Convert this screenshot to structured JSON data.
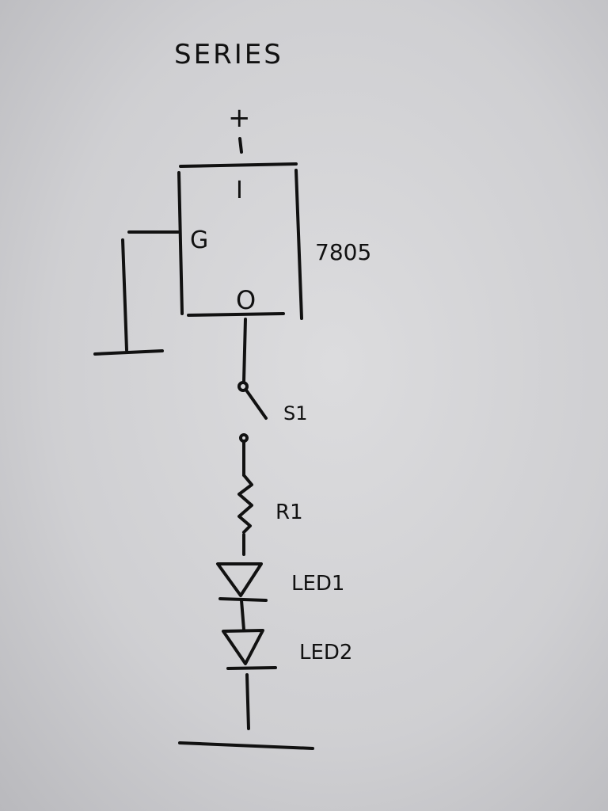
{
  "title": "SERIES",
  "regulator": {
    "plus": "+",
    "input": "I",
    "ground": "G",
    "output": "O",
    "part": "7805"
  },
  "switch": {
    "label": "S1"
  },
  "resistor": {
    "label": "R1"
  },
  "leds": [
    {
      "label": "LED1"
    },
    {
      "label": "LED2"
    }
  ]
}
